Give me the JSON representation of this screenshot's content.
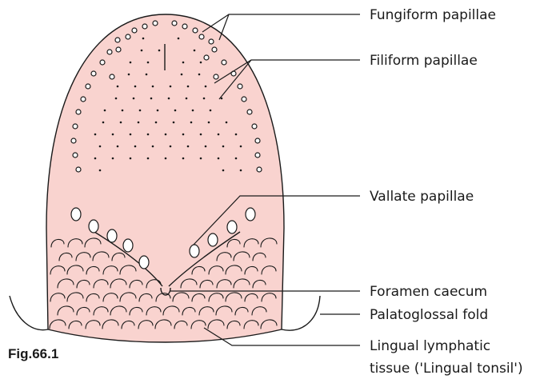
{
  "figure_label": "Fig.66.1",
  "labels": {
    "fungiform": "Fungiform papillae",
    "filiform": "Filiform papillae",
    "vallate": "Vallate papillae",
    "foramen": "Foramen caecum",
    "palatoglossal": "Palatoglossal fold",
    "lingual_line1": "Lingual lymphatic",
    "lingual_line2": "tissue ('Lingual tonsil')"
  },
  "colors": {
    "tongue_fill": "#f9d3cf",
    "outline": "#1a1a1a"
  }
}
